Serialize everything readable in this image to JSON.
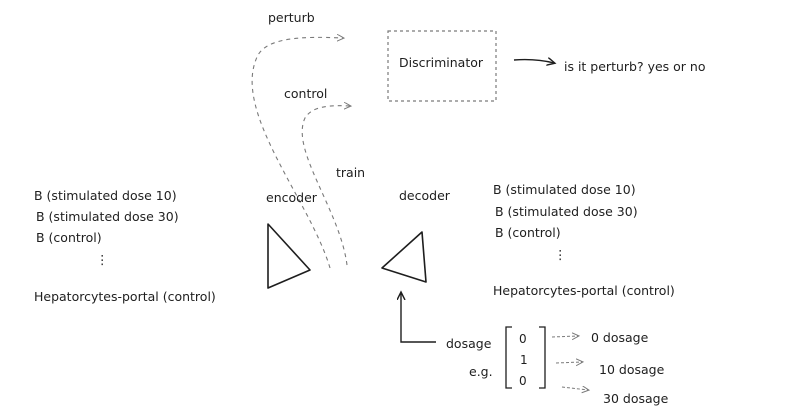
{
  "labels": {
    "perturb": "perturb",
    "control": "control",
    "train": "train",
    "encoder": "encoder",
    "decoder": "decoder",
    "discriminator": "Discriminator",
    "question": "is it perturb? yes or no",
    "dosage": "dosage",
    "eg": "e.g."
  },
  "left_list": {
    "items": [
      "B (stimulated dose 10)",
      "B (stimulated dose 30)",
      "B (control)"
    ],
    "ellipsis": "⋮",
    "last": "Hepatorcytes-portal (control)"
  },
  "right_list": {
    "items": [
      "B (stimulated dose 10)",
      "B (stimulated dose 30)",
      "B (control)"
    ],
    "ellipsis": "⋮",
    "last": "Hepatorcytes-portal (control)"
  },
  "dosage_vector": [
    "0",
    "1",
    "0"
  ],
  "dosage_outputs": [
    "0 dosage",
    "10 dosage",
    "30 dosage"
  ],
  "colors": {
    "ink": "#1e1e1e",
    "dashed": "#7a7a7a"
  }
}
